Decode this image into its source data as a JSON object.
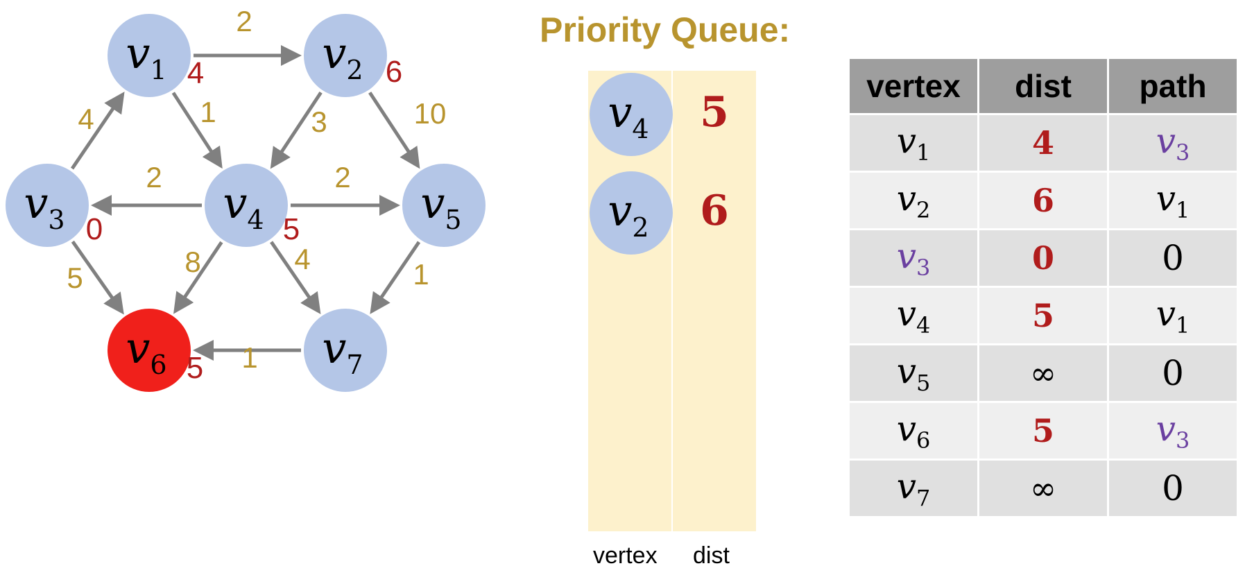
{
  "graph": {
    "nodes": [
      {
        "id": "v1",
        "letter": "v",
        "sub": "1",
        "dist": "4",
        "highlight": false
      },
      {
        "id": "v2",
        "letter": "v",
        "sub": "2",
        "dist": "6",
        "highlight": false
      },
      {
        "id": "v3",
        "letter": "v",
        "sub": "3",
        "dist": "0",
        "highlight": false
      },
      {
        "id": "v4",
        "letter": "v",
        "sub": "4",
        "dist": "5",
        "highlight": false
      },
      {
        "id": "v5",
        "letter": "v",
        "sub": "5",
        "dist": "",
        "highlight": false
      },
      {
        "id": "v6",
        "letter": "v",
        "sub": "6",
        "dist": "5",
        "highlight": true
      },
      {
        "id": "v7",
        "letter": "v",
        "sub": "7",
        "dist": "",
        "highlight": false
      }
    ],
    "edges": [
      {
        "from": "v1",
        "to": "v2",
        "weight": "2"
      },
      {
        "from": "v1",
        "to": "v4",
        "weight": "1"
      },
      {
        "from": "v2",
        "to": "v4",
        "weight": "3"
      },
      {
        "from": "v2",
        "to": "v5",
        "weight": "10"
      },
      {
        "from": "v3",
        "to": "v1",
        "weight": "4"
      },
      {
        "from": "v3",
        "to": "v6",
        "weight": "5"
      },
      {
        "from": "v4",
        "to": "v3",
        "weight": "2"
      },
      {
        "from": "v4",
        "to": "v5",
        "weight": "2"
      },
      {
        "from": "v4",
        "to": "v6",
        "weight": "8"
      },
      {
        "from": "v4",
        "to": "v7",
        "weight": "4"
      },
      {
        "from": "v5",
        "to": "v7",
        "weight": "1"
      },
      {
        "from": "v7",
        "to": "v6",
        "weight": "1"
      }
    ],
    "colors": {
      "node": "#b4c6e7",
      "highlight": "#f0201b",
      "edge": "#808080",
      "weight": "#b8942e",
      "dist": "#b01c1c"
    }
  },
  "priority_queue": {
    "title": "Priority Queue:",
    "col_vertex": "vertex",
    "col_dist": "dist",
    "entries": [
      {
        "letter": "v",
        "sub": "4",
        "dist": "5"
      },
      {
        "letter": "v",
        "sub": "2",
        "dist": "6"
      }
    ],
    "bg_color": "#fdf1cc"
  },
  "table": {
    "headers": [
      "vertex",
      "dist",
      "path"
    ],
    "rows": [
      {
        "letter": "v",
        "sub": "1",
        "vertex_color": "#000000",
        "dist": "4",
        "dist_type": "num",
        "path_letter": "v",
        "path_sub": "3",
        "path_color": "#6a3fa0"
      },
      {
        "letter": "v",
        "sub": "2",
        "vertex_color": "#000000",
        "dist": "6",
        "dist_type": "num",
        "path_letter": "v",
        "path_sub": "1",
        "path_color": "#000000"
      },
      {
        "letter": "v",
        "sub": "3",
        "vertex_color": "#6a3fa0",
        "dist": "0",
        "dist_type": "num",
        "path_letter": "0",
        "path_sub": "",
        "path_color": "#000000"
      },
      {
        "letter": "v",
        "sub": "4",
        "vertex_color": "#000000",
        "dist": "5",
        "dist_type": "num",
        "path_letter": "v",
        "path_sub": "1",
        "path_color": "#000000"
      },
      {
        "letter": "v",
        "sub": "5",
        "vertex_color": "#000000",
        "dist": "∞",
        "dist_type": "inf",
        "path_letter": "0",
        "path_sub": "",
        "path_color": "#000000"
      },
      {
        "letter": "v",
        "sub": "6",
        "vertex_color": "#000000",
        "dist": "5",
        "dist_type": "num",
        "path_letter": "v",
        "path_sub": "3",
        "path_color": "#6a3fa0"
      },
      {
        "letter": "v",
        "sub": "7",
        "vertex_color": "#000000",
        "dist": "∞",
        "dist_type": "inf",
        "path_letter": "0",
        "path_sub": "",
        "path_color": "#000000"
      }
    ]
  }
}
